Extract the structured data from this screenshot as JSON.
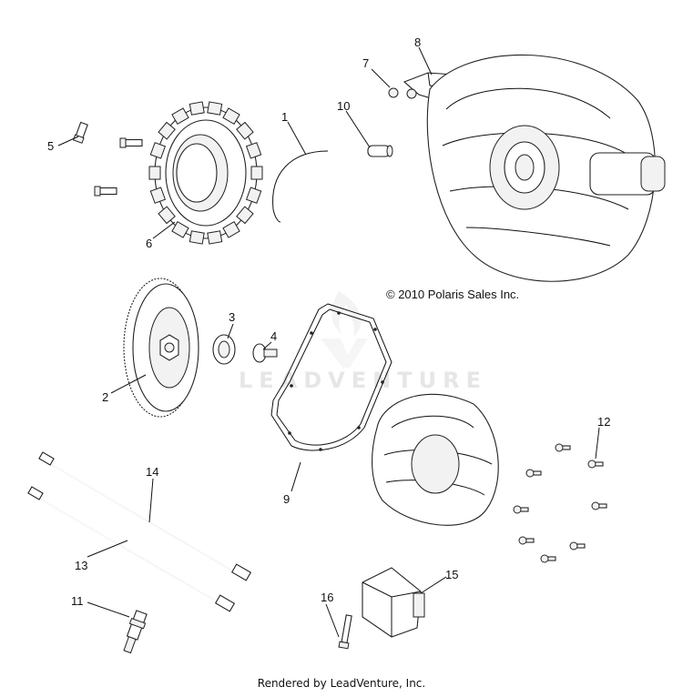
{
  "copyright": "© 2010 Polaris Sales Inc.",
  "footer": "Rendered by LeadVenture, Inc.",
  "watermark": "LEADVENTURE",
  "callouts": {
    "c1": "1",
    "c2": "2",
    "c3": "3",
    "c4": "4",
    "c5": "5",
    "c6": "6",
    "c7": "7",
    "c8": "8",
    "c9": "9",
    "c10": "10",
    "c11": "11",
    "c12": "12",
    "c13": "13",
    "c14": "14",
    "c15": "15",
    "c16": "16"
  }
}
